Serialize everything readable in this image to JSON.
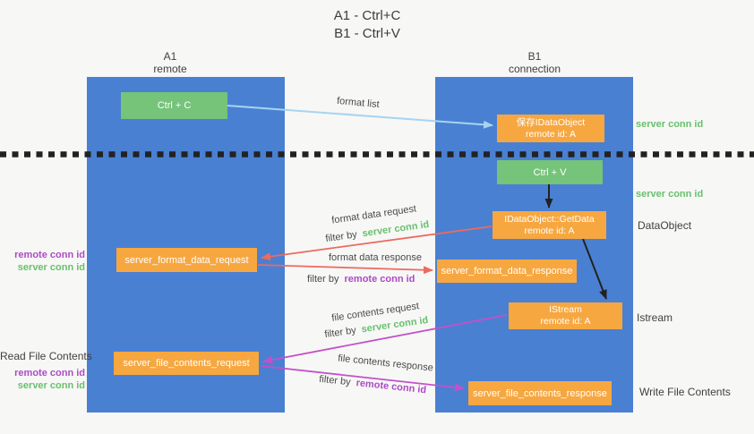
{
  "title": {
    "line1": "A1 - Ctrl+C",
    "line2": "B1 - Ctrl+V"
  },
  "lanes": {
    "a1": {
      "id": "A1",
      "role": "remote"
    },
    "b1": {
      "id": "B1",
      "role": "connection"
    }
  },
  "nodes": {
    "ctrl_c": {
      "label": "Ctrl + C"
    },
    "ctrl_v": {
      "label": "Ctrl + V"
    },
    "save_idataobject": {
      "line1": "保存IDataObject",
      "line2": "remote id: A"
    },
    "getdata": {
      "line1": "IDataObject::GetData",
      "line2": "remote id: A"
    },
    "istream": {
      "line1": "IStream",
      "line2": "remote id: A"
    },
    "server_format_data_request": {
      "label": "server_format_data_request"
    },
    "server_format_data_response": {
      "label": "server_format_data_response"
    },
    "server_file_contents_request": {
      "label": "server_file_contents_request"
    },
    "server_file_contents_response": {
      "label": "server_file_contents_response"
    }
  },
  "arrow_labels": {
    "format_list": "format list",
    "format_data_request": "format data request",
    "format_data_response": "format data response",
    "file_contents_request": "file contents request",
    "file_contents_response": "file contents response",
    "filter_by": "filter by",
    "server_conn_id": "server conn id",
    "remote_conn_id": "remote conn id"
  },
  "side_labels": {
    "server_conn_id_top": "server conn id",
    "server_conn_id_mid": "server conn id",
    "dataobject": "DataObject",
    "istream": "Istream",
    "write_file_contents": "Write File Contents",
    "read_file_contents": "Read File Contents",
    "remote_conn_id": "remote conn id",
    "server_conn_id": "server conn id"
  },
  "colors": {
    "lane_blue": "#4a80d2",
    "node_green": "#76c37a",
    "node_orange": "#f7a740",
    "arrow_lightblue": "#a6d4f0",
    "arrow_red": "#ed6a5e",
    "arrow_magenta": "#c251c9",
    "arrow_black": "#222222",
    "text_green": "#68c06d",
    "text_purple": "#ad4bc5",
    "text_dark": "#404040",
    "background": "#f7f7f6"
  }
}
